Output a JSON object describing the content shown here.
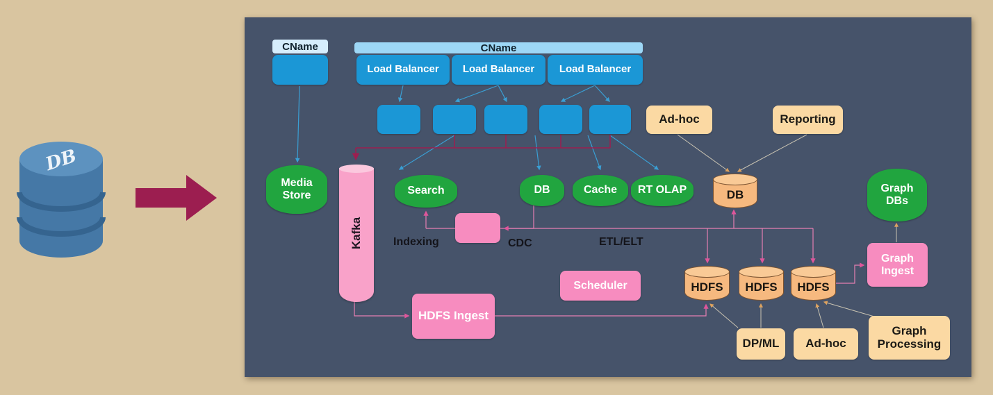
{
  "palette": {
    "background": "#d9c5a0",
    "panel": "#46536a",
    "blue_box": "#1b97d6",
    "cname_bar_light": "#d6edfc",
    "cname_bar_mid": "#9dd7f6",
    "green_cylinder": "#21a53f",
    "pink_box": "#f78cbf",
    "pink_cylinder": "#f9a2c9",
    "orange_box": "#fbd9a3",
    "orange_cylinder": "#f6b97f",
    "maroon_accent": "#9c1e50",
    "pink_line": "#e57fb2",
    "blue_line": "#3a9fd4",
    "gray_line": "#c9c3b2"
  },
  "source": {
    "db_label": "DB"
  },
  "dns": {
    "cname_single": "CName",
    "cname_group": "CName"
  },
  "load_balancers": [
    {
      "label": "Load Balancer"
    },
    {
      "label": "Load Balancer"
    },
    {
      "label": "Load Balancer"
    }
  ],
  "app_nodes": {
    "count": 5
  },
  "stores": {
    "media_store": "Media Store",
    "kafka": "Kafka",
    "search": "Search",
    "db": "DB",
    "cache": "Cache",
    "rt_olap": "RT OLAP",
    "warehouse_db": "DB",
    "graph_dbs": "Graph DBs",
    "hdfs1": "HDFS",
    "hdfs2": "HDFS",
    "hdfs3": "HDFS"
  },
  "processes": {
    "adhoc_top": "Ad-hoc",
    "reporting": "Reporting",
    "scheduler": "Scheduler",
    "hdfs_ingest": "HDFS Ingest",
    "graph_ingest": "Graph Ingest",
    "dp_ml": "DP/ML",
    "adhoc_bottom": "Ad-hoc",
    "graph_processing": "Graph Processing"
  },
  "flow_labels": {
    "indexing": "Indexing",
    "cdc": "CDC",
    "etl_elt": "ETL/ELT"
  }
}
